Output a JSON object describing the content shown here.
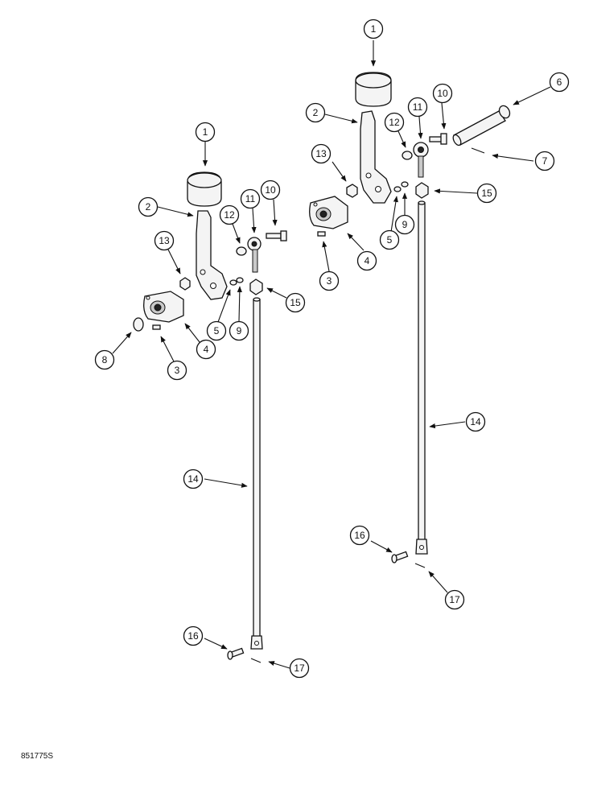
{
  "figure_code": "851775S",
  "callouts": [
    {
      "id": "c1a",
      "label": "1"
    },
    {
      "id": "c2a",
      "label": "2"
    },
    {
      "id": "c13a",
      "label": "13"
    },
    {
      "id": "c12a",
      "label": "12"
    },
    {
      "id": "c11a",
      "label": "11"
    },
    {
      "id": "c10a",
      "label": "10"
    },
    {
      "id": "c15a",
      "label": "15"
    },
    {
      "id": "c5a",
      "label": "5"
    },
    {
      "id": "c9a",
      "label": "9"
    },
    {
      "id": "c4a",
      "label": "4"
    },
    {
      "id": "c8a",
      "label": "8"
    },
    {
      "id": "c3a",
      "label": "3"
    },
    {
      "id": "c14a",
      "label": "14"
    },
    {
      "id": "c16a",
      "label": "16"
    },
    {
      "id": "c17a",
      "label": "17"
    },
    {
      "id": "c1b",
      "label": "1"
    },
    {
      "id": "c2b",
      "label": "2"
    },
    {
      "id": "c13b",
      "label": "13"
    },
    {
      "id": "c12b",
      "label": "12"
    },
    {
      "id": "c11b",
      "label": "11"
    },
    {
      "id": "c10b",
      "label": "10"
    },
    {
      "id": "c6b",
      "label": "6"
    },
    {
      "id": "c7b",
      "label": "7"
    },
    {
      "id": "c15b",
      "label": "15"
    },
    {
      "id": "c9b",
      "label": "9"
    },
    {
      "id": "c5b",
      "label": "5"
    },
    {
      "id": "c4b",
      "label": "4"
    },
    {
      "id": "c3b",
      "label": "3"
    },
    {
      "id": "c14b",
      "label": "14"
    },
    {
      "id": "c16b",
      "label": "16"
    },
    {
      "id": "c17b",
      "label": "17"
    }
  ]
}
